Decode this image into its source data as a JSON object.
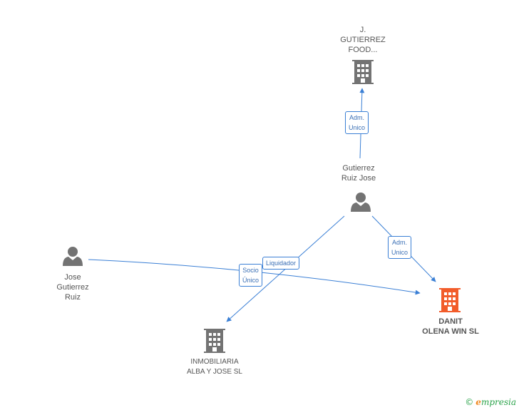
{
  "colors": {
    "edge": "#3a7fd5",
    "node_gray": "#737373",
    "node_focus": "#f25c2a",
    "label_text": "#555555"
  },
  "nodes": {
    "j_gutierrez_food": {
      "type": "company",
      "label": "J.\nGUTIERREZ\nFOOD..."
    },
    "gutierrez_ruiz_jose": {
      "type": "person",
      "label": "Gutierrez\nRuiz Jose"
    },
    "jose_gutierrez_ruiz": {
      "type": "person",
      "label": "Jose\nGutierrez\nRuiz"
    },
    "danit_olena_win": {
      "type": "company",
      "focus": true,
      "label": "DANIT\nOLENA WIN SL"
    },
    "inmobiliaria_alba": {
      "type": "company",
      "label": "INMOBILIARIA\nALBA Y JOSE SL"
    }
  },
  "edges": {
    "e1": {
      "from": "gutierrez_ruiz_jose",
      "to": "j_gutierrez_food",
      "label": "Adm.\nUnico"
    },
    "e2": {
      "from": "gutierrez_ruiz_jose",
      "to": "danit_olena_win",
      "label": "Adm.\nUnico"
    },
    "e3": {
      "from": "gutierrez_ruiz_jose",
      "to": "inmobiliaria_alba",
      "label": "Liquidador"
    },
    "e4": {
      "from": "jose_gutierrez_ruiz",
      "to": "danit_olena_win",
      "label": "Socio\nÚnico"
    }
  },
  "watermark": {
    "copyright_symbol": "©",
    "brand_first": "e",
    "brand_rest": "mpresia"
  }
}
